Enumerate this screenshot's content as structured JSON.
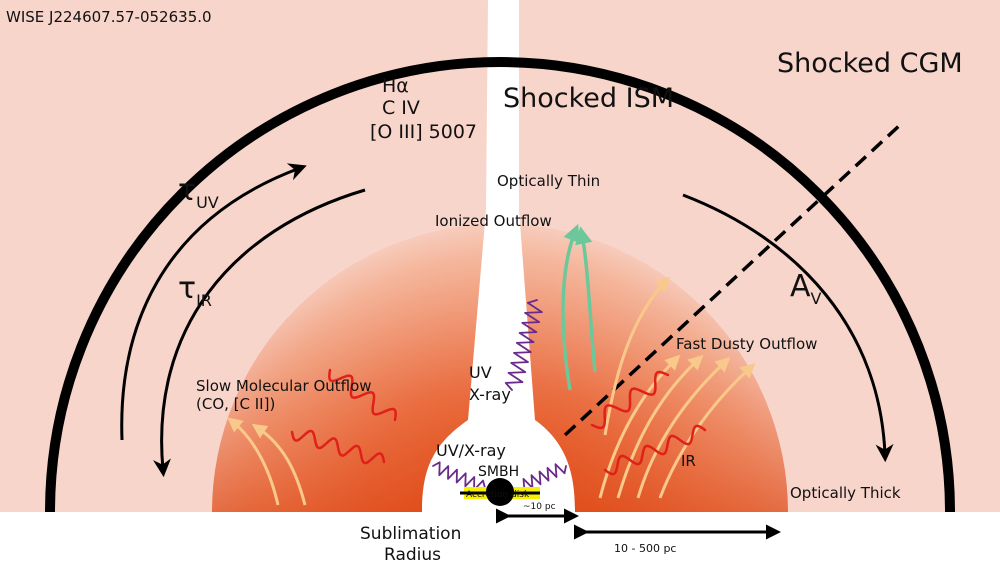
{
  "object_id": "WISE J224607.57-052635.0",
  "regions": {
    "cgm": "Shocked CGM",
    "ism": "Shocked ISM"
  },
  "lines": {
    "halpha": "Hα",
    "civ": "C IV",
    "oiii": "[O III] 5007"
  },
  "optical_depth": {
    "tau": "τ",
    "uv_sub": "UV",
    "ir_sub": "IR",
    "av": "A",
    "av_sub": "V",
    "thin": "Optically Thin",
    "thick": "Optically Thick"
  },
  "outflows": {
    "ionized": "Ionized Outflow",
    "fast_dusty": "Fast Dusty Outflow",
    "slow_molecular_line1": "Slow Molecular Outflow",
    "slow_molecular_line2": "(CO, [C II])"
  },
  "radiation": {
    "uv": "UV",
    "xray": "X-ray",
    "uv_xray": "UV/X-ray",
    "ir": "IR"
  },
  "center": {
    "smbh": "SMBH",
    "disk": "Accretion disk"
  },
  "scales": {
    "sublimation_line1": "Sublimation",
    "sublimation_line2": "Radius",
    "inner": "~10 pc",
    "outer": "10 - 500 pc"
  },
  "colors": {
    "cgm_fill": "#f8d5cb",
    "dust_outer": "#f7c4aa",
    "dust_inner": "#e4501a",
    "ionized_arrow": "#6cc79a",
    "dusty_arrow": "#f8c98a",
    "ir_wave": "#e0201a",
    "uv_wave": "#6a2a8a",
    "disk_highlight": "#f4f000"
  }
}
